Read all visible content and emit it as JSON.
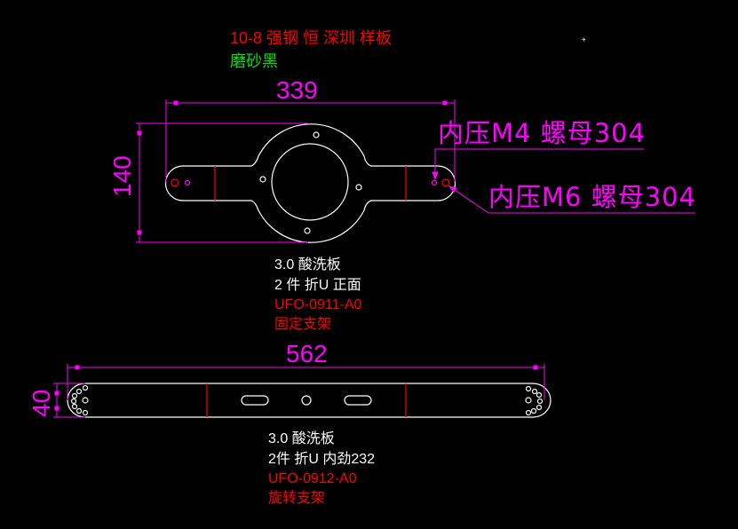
{
  "header": {
    "title_line": "10-8 强钢 恒  深圳  样板",
    "finish": "磨砂黑"
  },
  "part1": {
    "dim_width": "339",
    "dim_height": "140",
    "callout_m4": "内压M4 螺母304",
    "callout_m6": "内压M6 螺母304",
    "notes": [
      "3.0 酸洗板",
      "2 件  折U  正面"
    ],
    "part_no": "UFO-0911-A0",
    "part_name": "固定支架"
  },
  "part2": {
    "dim_width": "562",
    "dim_height": "40",
    "notes": [
      "3.0 酸洗板",
      "2件  折U   内劲232"
    ],
    "part_no": "UFO-0912-A0",
    "part_name": "旋转支架"
  },
  "colors": {
    "outline": "#ffffff",
    "dimension": "#ff00ff",
    "bend": "#ff0000",
    "title": "#ff0000",
    "finish": "#00e000"
  }
}
